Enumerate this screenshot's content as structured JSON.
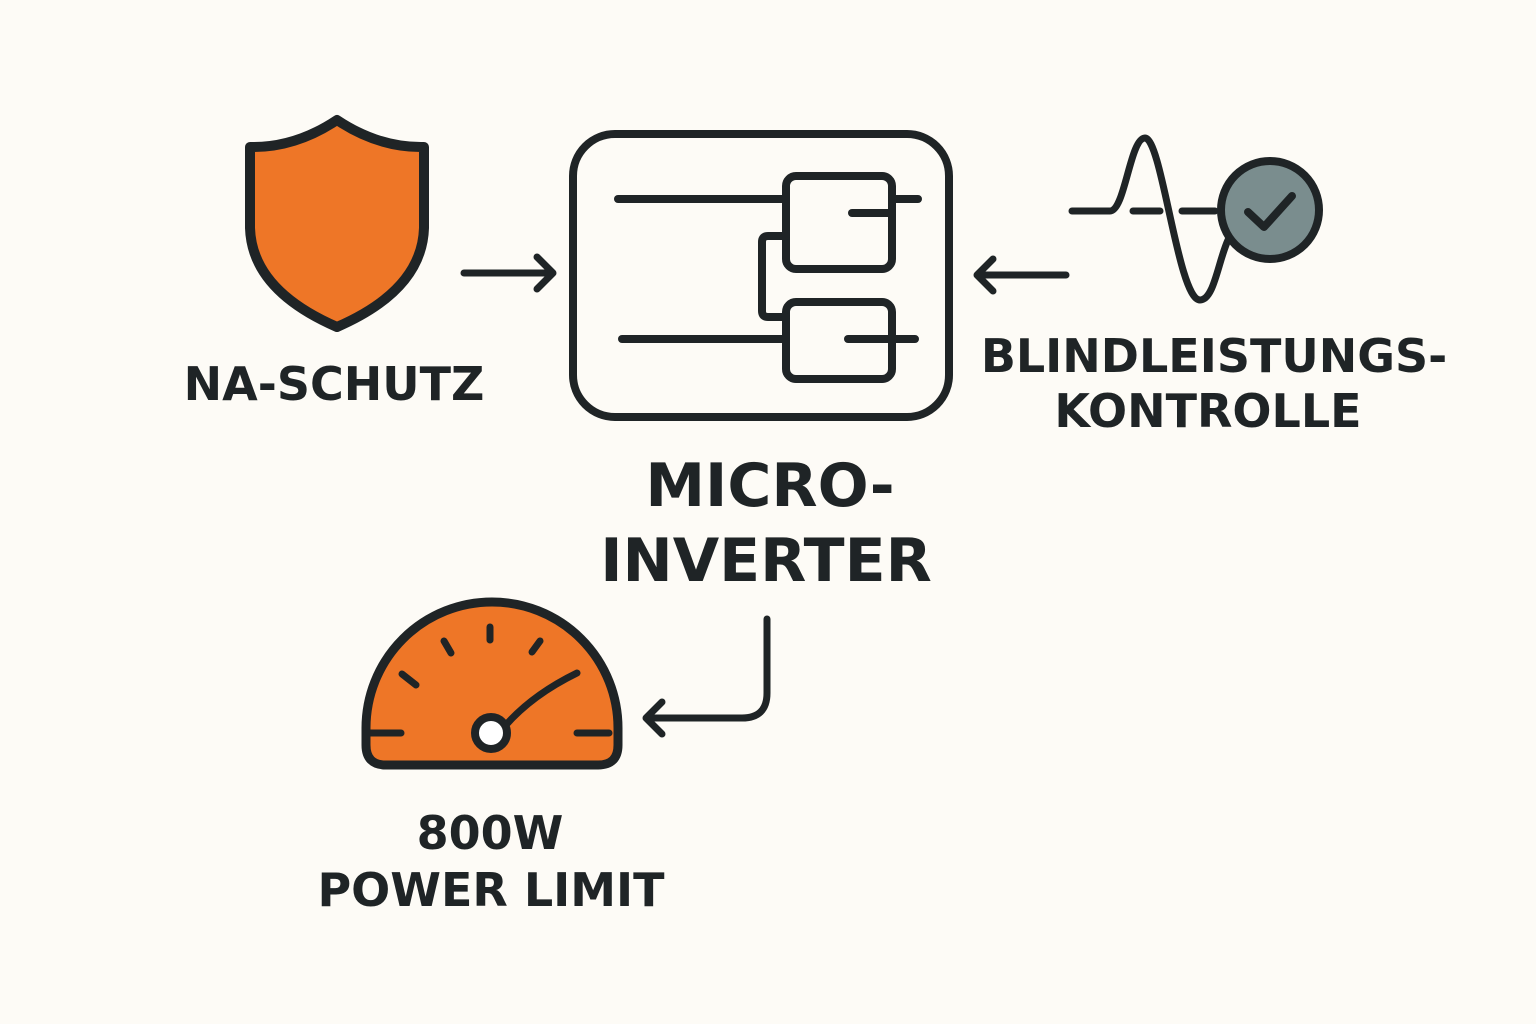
{
  "diagram": {
    "center": {
      "label_line1": "MICRO-",
      "label_line2": "INVERTER",
      "icon": "microinverter-circuit-icon"
    },
    "left": {
      "label": "NA-SCHUTZ",
      "icon": "shield-icon"
    },
    "right": {
      "label_line1": "BLINDLEISTUNGS-",
      "label_line2": "KONTROLLE",
      "icon": "sine-wave-check-icon"
    },
    "bottom": {
      "label_line1": "800W",
      "label_line2": "POWER LIMIT",
      "icon": "gauge-icon"
    }
  },
  "colors": {
    "background": "#fdfbf6",
    "stroke": "#1f2426",
    "accent_orange": "#ee7627",
    "check_badge": "#7a8d8e"
  }
}
